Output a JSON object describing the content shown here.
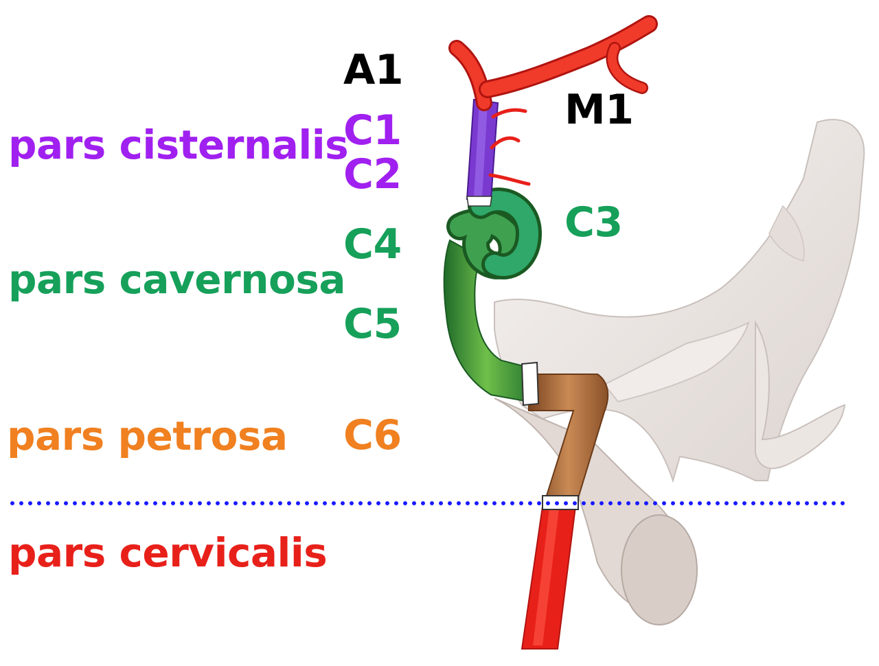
{
  "colors": {
    "cisternalis": "#a020f0",
    "cavernosa": "#16a05a",
    "petrosa": "#f08020",
    "cervicalis": "#e8201a",
    "black": "#000000",
    "divider": "#1a1aff"
  },
  "regions": {
    "cisternalis": "pars cisternalis",
    "cavernosa": "pars cavernosa",
    "petrosa": "pars petrosa",
    "cervicalis": "pars cervicalis"
  },
  "segments": {
    "a1": "A1",
    "m1": "M1",
    "c1": "C1",
    "c2": "C2",
    "c3": "C3",
    "c4": "C4",
    "c5": "C5",
    "c6": "C6"
  }
}
